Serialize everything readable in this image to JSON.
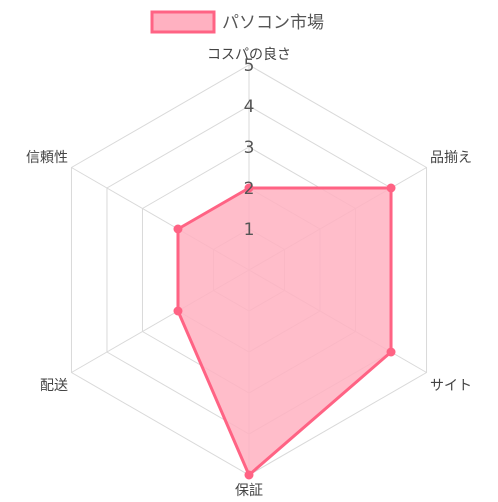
{
  "chart_data": {
    "type": "radar",
    "title": "",
    "axes": [
      "コスパの良さ",
      "品揃え",
      "サイト",
      "保証",
      "配送",
      "信頼性"
    ],
    "rlim": [
      0,
      5
    ],
    "ticks": [
      "1",
      "2",
      "3",
      "4",
      "5"
    ],
    "grid": true,
    "legend": "top",
    "series": [
      {
        "name": "パソコン市場",
        "values": [
          2,
          4,
          4,
          5,
          2,
          2
        ]
      }
    ],
    "colors": {
      "fill": "#ffb1c1",
      "stroke": "#ff6384",
      "point": "#ff6384",
      "grid": "#d9d9d9",
      "label": "#555555"
    }
  }
}
